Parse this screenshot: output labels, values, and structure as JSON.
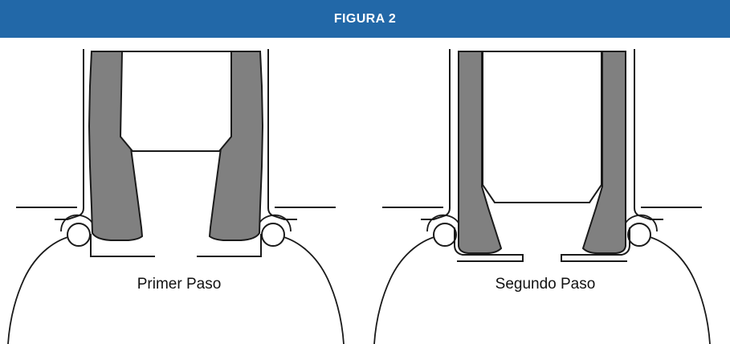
{
  "header": {
    "title": "FIGURA 2",
    "background_color": "#2268a8",
    "text_color": "#ffffff"
  },
  "figure": {
    "caption": "FIGURA 2",
    "description": "Diagrama de seccion transversal de montaje de neumatico en llanta, dos pasos",
    "background_color": "#ffffff",
    "line_color": "#1a1a1a",
    "bead_fill_color": "#808080"
  },
  "panels": [
    {
      "id": "panel-primer-paso",
      "label": "Primer Paso",
      "bead_fill_color": "#808080",
      "notes": "Talon del neumatico inclinado, herramienta trapezoidal apoyada arriba"
    },
    {
      "id": "panel-segundo-paso",
      "label": "Segundo Paso",
      "bead_fill_color": "#808080",
      "notes": "Talon asentado, herramienta rectangular descendida hasta la base de la llanta"
    }
  ]
}
